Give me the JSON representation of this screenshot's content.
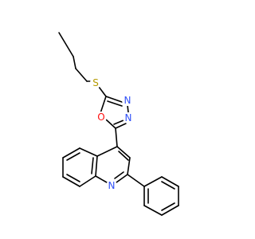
{
  "colors": {
    "bond": "#000000",
    "carbon": "#000000",
    "sulfur": "#b59a00",
    "oxygen": "#ff0d0d",
    "nitrogen": "#3050f8",
    "background": "#ffffff"
  },
  "atoms": {
    "sulfur": "S",
    "oxygen": "O",
    "nitrogen_oxadiazole_top": "N",
    "nitrogen_oxadiazole_bottom": "N",
    "nitrogen_quinoline": "N"
  }
}
